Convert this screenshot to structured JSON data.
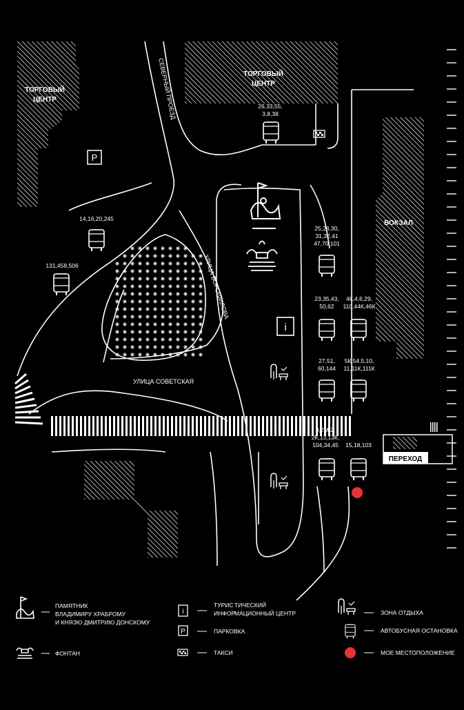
{
  "places": {
    "mall_left": [
      "ТОРГОВЫЙ",
      "ЦЕНТР"
    ],
    "mall_top": [
      "ТОРГОВЫЙ",
      "ЦЕНТР"
    ],
    "station": "ВОКЗАЛ",
    "crossing": "ПЕРЕХОД",
    "parking_letter": "P",
    "info_letter": "i"
  },
  "streets": {
    "severny": "СЕВЕРНЫЙ ПРОЕЗД",
    "voroshilova": "УЛИЦА ВОРОШИЛОВА",
    "sovetskaya": "УЛИЦА СОВЕТСКАЯ"
  },
  "stops": {
    "top": [
      "26,33,55,",
      "3,8,38"
    ],
    "left1": [
      "14,16,20,245"
    ],
    "left2": [
      "131,458,506"
    ],
    "r1": [
      "25,28,30,",
      "31,32,41",
      "47,70,101"
    ],
    "r2": [
      "23,35,43,",
      "50,62"
    ],
    "r2b": [
      "4К,4,6,29,",
      "110,44К,46К"
    ],
    "r3": [
      "27,51,",
      "60,144"
    ],
    "r3b": [
      "5К,54,5,10,",
      "11,11К,111К"
    ],
    "r4": [
      "9,2М,2,",
      "2К,13,13К,",
      "104,34,45"
    ],
    "r4b": [
      "15,18,103"
    ]
  },
  "legend": {
    "monument": [
      "ПАМЯТНИК",
      "ВЛАДИМИРУ ХРАБРОМУ",
      "И КНЯЗЮ ДМИТРИЮ ДОНСКОМУ"
    ],
    "fountain": "ФОНТАН",
    "tourist": [
      "ТУРИС",
      "ТИЧЕСКИЙ",
      "ИНФОР",
      "МАЦИОННЫЙ ЦЕНТР"
    ],
    "parking": [
      "ПАРКО",
      "ВКА"
    ],
    "taxi": "ТАКСИ",
    "rest": "ЗОНА ОТДЫХА",
    "bus": "АВТОБУСНАЯ ОСТАНОВКА",
    "location": "МОЕ МЕСТОПОЛОЖЕНИЕ"
  },
  "colors": {
    "background": "#000000",
    "line": "#ffffff",
    "location": "#e8323a"
  }
}
